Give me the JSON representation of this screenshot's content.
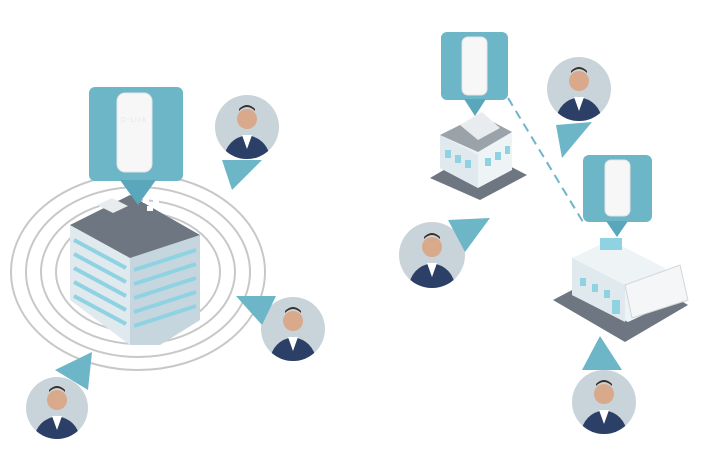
{
  "device": {
    "brand_logo": "D-Link"
  },
  "colors": {
    "callout": "#6db6c8",
    "ring": "#c8c8c8",
    "roof": "#6e7681",
    "glass": "#8fd3e3",
    "wall": "#eef3f5"
  },
  "scenes": [
    {
      "name": "single-building-coverage",
      "people": 3
    },
    {
      "name": "building-to-building-bridge",
      "people": 3
    }
  ]
}
